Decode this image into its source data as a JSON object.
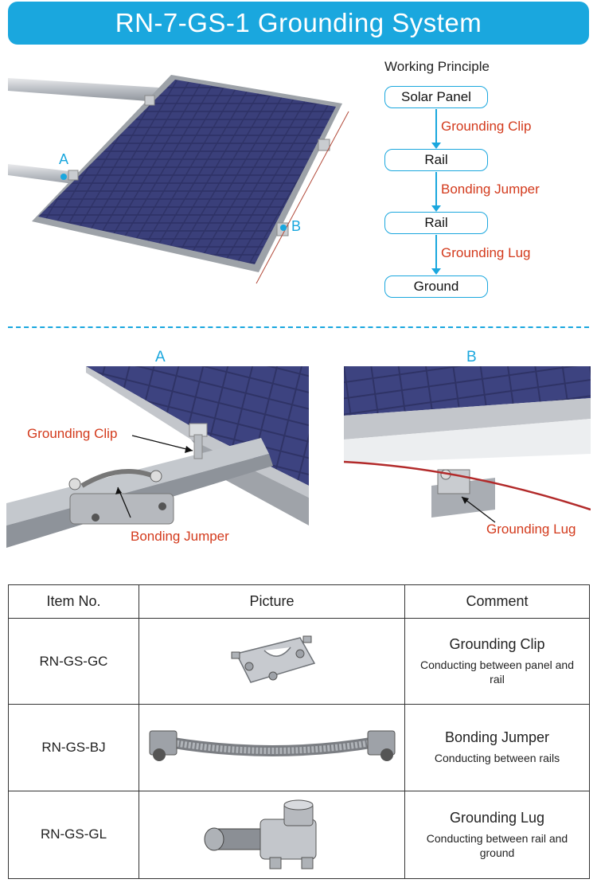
{
  "header": {
    "title": "RN-7-GS-1 Grounding System"
  },
  "hero": {
    "marker_a": "A",
    "marker_b": "B"
  },
  "working_principle": {
    "title": "Working Principle",
    "nodes": [
      "Solar Panel",
      "Rail",
      "Rail",
      "Ground"
    ],
    "connectors": [
      "Grounding Clip",
      "Bonding Jumper",
      "Grounding Lug"
    ]
  },
  "details": {
    "a": {
      "letter": "A",
      "callouts": {
        "clip": "Grounding Clip",
        "jumper": "Bonding Jumper"
      }
    },
    "b": {
      "letter": "B",
      "callouts": {
        "lug": "Grounding Lug"
      }
    }
  },
  "table": {
    "headers": [
      "Item No.",
      "Picture",
      "Comment"
    ],
    "rows": [
      {
        "item_no": "RN-GS-GC",
        "comment_title": "Grounding Clip",
        "comment_desc": "Conducting between panel and rail"
      },
      {
        "item_no": "RN-GS-BJ",
        "comment_title": "Bonding Jumper",
        "comment_desc": "Conducting between rails"
      },
      {
        "item_no": "RN-GS-GL",
        "comment_title": "Grounding Lug",
        "comment_desc": "Conducting between rail and ground"
      }
    ]
  },
  "colors": {
    "accent": "#1aa7de",
    "callout": "#d33a1c",
    "panel": "#2b2f5e"
  }
}
